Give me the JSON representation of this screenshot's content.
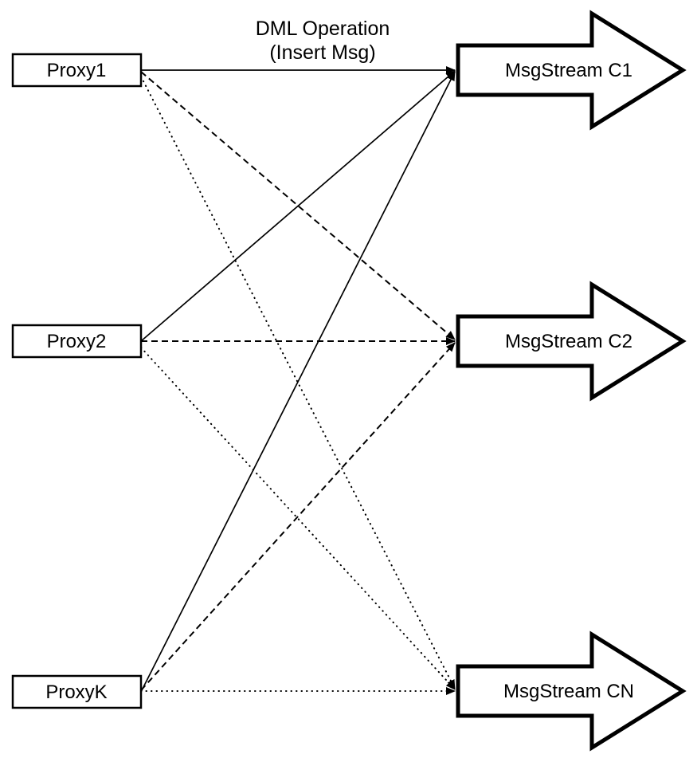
{
  "diagram": {
    "annotation": {
      "line1": "DML Operation",
      "line2": "(Insert Msg)"
    },
    "proxies": [
      {
        "label": "Proxy1"
      },
      {
        "label": "Proxy2"
      },
      {
        "label": "ProxyK"
      }
    ],
    "streams": [
      {
        "label": "MsgStream C1"
      },
      {
        "label": "MsgStream C2"
      },
      {
        "label": "MsgStream CN"
      }
    ],
    "edges": [
      {
        "from": "Proxy1",
        "to": "MsgStream C1",
        "style": "solid"
      },
      {
        "from": "Proxy2",
        "to": "MsgStream C1",
        "style": "solid"
      },
      {
        "from": "ProxyK",
        "to": "MsgStream C1",
        "style": "solid"
      },
      {
        "from": "Proxy1",
        "to": "MsgStream C2",
        "style": "dashed"
      },
      {
        "from": "Proxy2",
        "to": "MsgStream C2",
        "style": "dashed"
      },
      {
        "from": "ProxyK",
        "to": "MsgStream C2",
        "style": "dashed"
      },
      {
        "from": "Proxy1",
        "to": "MsgStream CN",
        "style": "dotted"
      },
      {
        "from": "Proxy2",
        "to": "MsgStream CN",
        "style": "dotted"
      },
      {
        "from": "ProxyK",
        "to": "MsgStream CN",
        "style": "dotted"
      }
    ],
    "colors": {
      "stroke": "#000000",
      "fill": "#ffffff",
      "background": "#ffffff"
    }
  }
}
